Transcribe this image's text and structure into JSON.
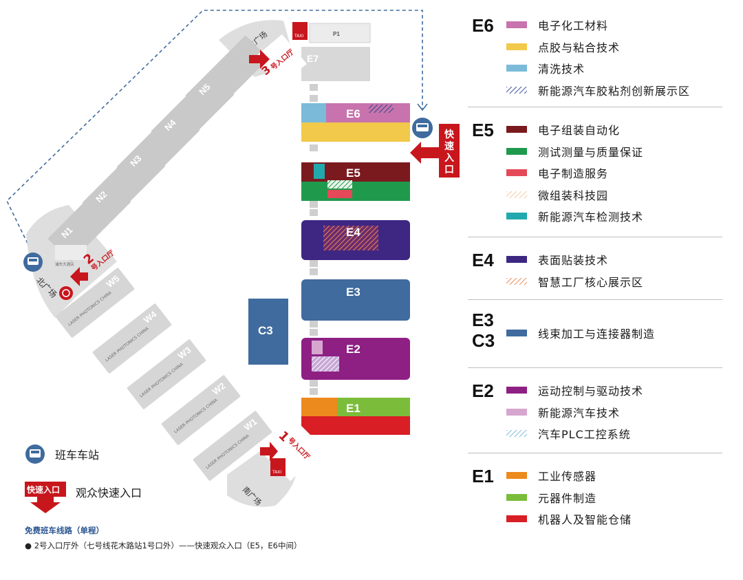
{
  "map": {
    "north_halls": [
      "N1",
      "N2",
      "N3",
      "N4",
      "N5"
    ],
    "west_halls": [
      "W1",
      "W2",
      "W3",
      "W4",
      "W5"
    ],
    "east_halls": {
      "E1": "E1",
      "E2": "E2",
      "E3": "E3",
      "E4": "E4",
      "E5": "E5",
      "E6": "E6",
      "E7": "E7",
      "C3": "C3",
      "P1": "P1"
    },
    "plazas": {
      "east": "东广场",
      "north": "北广场",
      "south": "南广场"
    },
    "entrances": {
      "e1_num": "1",
      "e1_text": "号入口厅",
      "e2_num": "2",
      "e2_text": "号入口厅",
      "e3_num": "3",
      "e3_text": "号入口厅"
    },
    "taxi": "TAXI",
    "fast_entry_vertical": "快速入口",
    "w_hall_brand": "LASER PHOTONICS CHINA",
    "hotel_label": "浦东大酒店",
    "colors": {
      "hall_gray": "#c9c9c9",
      "e6_pink": "#c873ad",
      "e6_yellow": "#f2c94a",
      "e6_blue": "#7bbbd9",
      "e5_dark": "#7a1a1f",
      "e5_green": "#1f9a4d",
      "e5_red": "#e44959",
      "e5_teal": "#21a9ae",
      "e4_purple": "#3d2782",
      "e3_blue": "#3f6b9e",
      "e2_violet": "#8e1f83",
      "e2_pink": "#d7a6cf",
      "e1_orange": "#ec8a1d",
      "e1_green": "#7bbd3a",
      "e1_red": "#d91e25",
      "entry_red": "#c8161d",
      "bus_blue": "#3f6b9e"
    }
  },
  "legend": [
    {
      "hall": "E6",
      "items": [
        {
          "label": "电子化工材料",
          "color": "#c873ad",
          "pattern": "solid"
        },
        {
          "label": "点胶与粘合技术",
          "color": "#f2c94a",
          "pattern": "solid"
        },
        {
          "label": "清洗技术",
          "color": "#7bbbd9",
          "pattern": "solid"
        },
        {
          "label": "新能源汽车胶粘剂创新展示区",
          "color": "#4a5fa3",
          "pattern": "hatch"
        }
      ]
    },
    {
      "hall": "E5",
      "items": [
        {
          "label": "电子组装自动化",
          "color": "#7a1a1f",
          "pattern": "solid"
        },
        {
          "label": "测试测量与质量保证",
          "color": "#1f9a4d",
          "pattern": "solid"
        },
        {
          "label": "电子制造服务",
          "color": "#e44959",
          "pattern": "solid"
        },
        {
          "label": "微组装科技园",
          "color": "#f0c9a0",
          "pattern": "hatch"
        },
        {
          "label": "新能源汽车检测技术",
          "color": "#21a9ae",
          "pattern": "solid"
        }
      ]
    },
    {
      "hall": "E4",
      "items": [
        {
          "label": "表面贴装技术",
          "color": "#3d2782",
          "pattern": "solid"
        },
        {
          "label": "智慧工厂核心展示区",
          "color": "#e98a55",
          "pattern": "hatch"
        }
      ]
    },
    {
      "hall": "E3\nC3",
      "items": [
        {
          "label": "线束加工与连接器制造",
          "color": "#3f6b9e",
          "pattern": "solid"
        }
      ]
    },
    {
      "hall": "E2",
      "items": [
        {
          "label": "运动控制与驱动技术",
          "color": "#8e1f83",
          "pattern": "solid"
        },
        {
          "label": "新能源汽车技术",
          "color": "#d7a6cf",
          "pattern": "solid"
        },
        {
          "label": "汽车PLC工控系统",
          "color": "#7bbbd9",
          "pattern": "hatch"
        }
      ]
    },
    {
      "hall": "E1",
      "items": [
        {
          "label": "工业传感器",
          "color": "#ec8a1d",
          "pattern": "solid"
        },
        {
          "label": "元器件制造",
          "color": "#7bbd3a",
          "pattern": "solid"
        },
        {
          "label": "机器人及智能仓储",
          "color": "#d91e25",
          "pattern": "solid"
        }
      ]
    }
  ],
  "key": {
    "bus_station": "班车车站",
    "fast_entry_box": "快速入口",
    "fast_entry": "观众快速入口"
  },
  "notes": {
    "title": "免费班车线路（单程）",
    "line": "● 2号入口厅外（七号线花木路站1号口外）——快速观众入口（E5，E6中间）"
  }
}
